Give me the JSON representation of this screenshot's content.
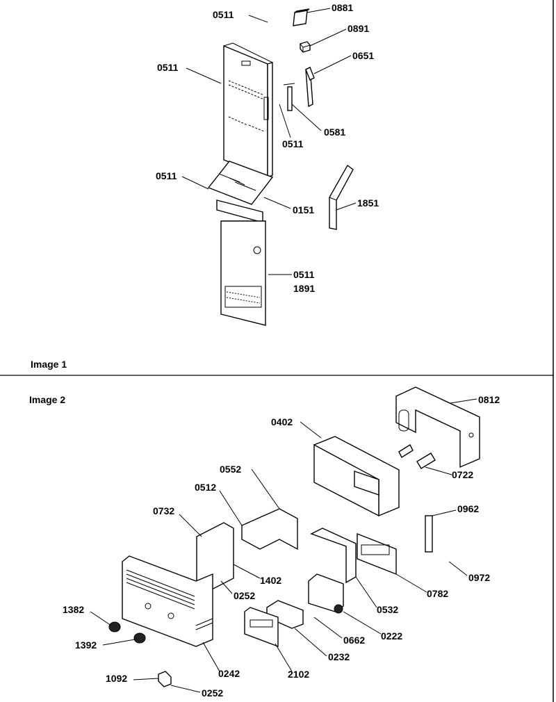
{
  "image1": {
    "caption": "Image 1",
    "labels": {
      "l0511a": "0511",
      "l0881": "0881",
      "l0891": "0891",
      "l0511b": "0511",
      "l0651": "0651",
      "l0581": "0581",
      "l0511c": "0511",
      "l0511d": "0511",
      "l0151": "0151",
      "l1851": "1851",
      "l0511e": "0511",
      "l1891": "1891"
    }
  },
  "image2": {
    "caption": "Image 2",
    "labels": {
      "l0812": "0812",
      "l0402": "0402",
      "l0552": "0552",
      "l0512": "0512",
      "l0722": "0722",
      "l0732": "0732",
      "l0962": "0962",
      "l0972": "0972",
      "l1402": "1402",
      "l0252a": "0252",
      "l0782": "0782",
      "l0532": "0532",
      "l1382": "1382",
      "l0222": "0222",
      "l0662": "0662",
      "l1392": "1392",
      "l0232": "0232",
      "l0242": "0242",
      "l2102": "2102",
      "l1092": "1092",
      "l0252b": "0252"
    }
  }
}
